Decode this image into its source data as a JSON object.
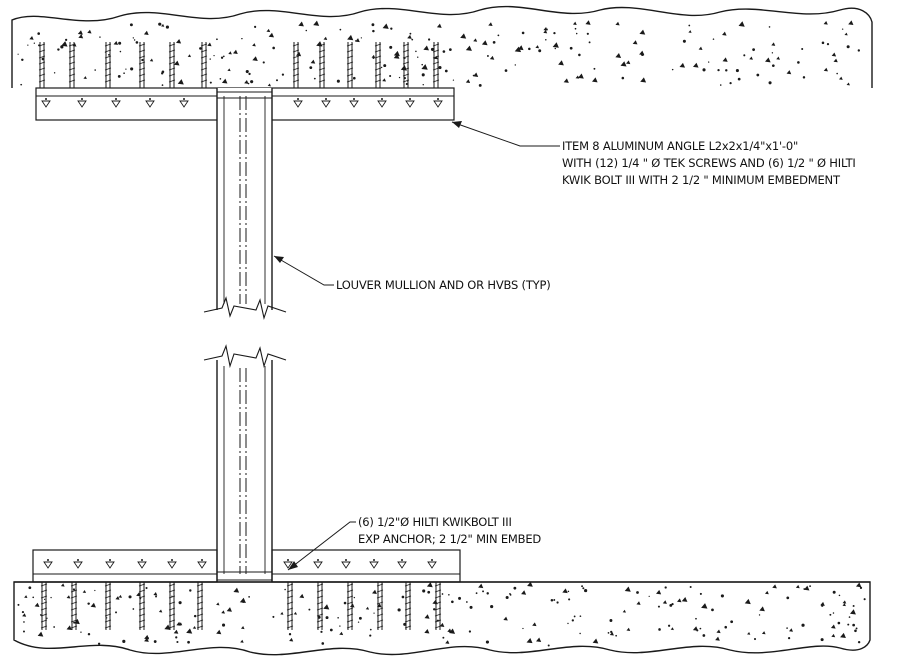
{
  "callouts": {
    "top_angle": {
      "lines": [
        "ITEM 8 ALUMINUM ANGLE L2x2x1/4\"x1'-0\"",
        "WITH (12) 1/4 \" Ø TEK SCREWS AND (6) 1/2 \" Ø HILTI",
        "KWIK BOLT III WITH 2 1/2 \" MINIMUM EMBEDMENT"
      ]
    },
    "mullion": {
      "lines": [
        "LOUVER MULLION AND OR HVBS (TYP)"
      ]
    },
    "bottom_anchor": {
      "lines": [
        "(6) 1/2\"Ø HILTI KWIKBOLT III",
        "EXP ANCHOR; 2 1/2\" MIN EMBED"
      ]
    }
  },
  "colors": {
    "ink": "#1a1a1a",
    "paper": "#ffffff"
  }
}
